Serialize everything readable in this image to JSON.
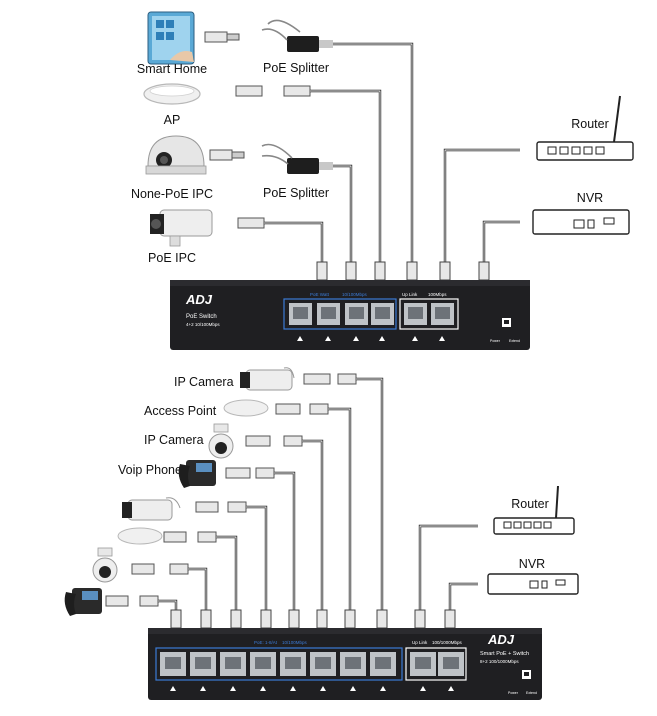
{
  "top": {
    "devices": {
      "smart_home": "Smart Home",
      "poe_splitter_1": "PoE Splitter",
      "ap": "AP",
      "router": "Router",
      "none_poe_ipc": "None-PoE IPC",
      "poe_splitter_2": "PoE Splitter",
      "nvr": "NVR",
      "poe_ipc": "PoE IPC"
    },
    "switch": {
      "brand": "ADJ",
      "model": "PoE Switch",
      "spec": "4+2 10/100Mbps",
      "group_poe": "PoE Watt",
      "group_poe_speed": "10/100Mbps",
      "group_uplink": "Up Link",
      "group_uplink_speed": "100Mbps",
      "led_power": "Power",
      "led_extend": "Extend"
    }
  },
  "bottom": {
    "devices": {
      "ip_camera_1": "IP Camera",
      "access_point": "Access Point",
      "ip_camera_2": "IP Camera",
      "voip_phone": "Voip Phone",
      "router": "Router",
      "nvr": "NVR"
    },
    "switch": {
      "brand": "ADJ",
      "model": "Smart PoE + Switch",
      "spec": "8+2 100/1000Mbps",
      "group_poe": "PoE: 1-8/At",
      "group_poe_speed": "10/100Mbps",
      "group_uplink": "Up Link",
      "group_uplink_speed": "100/1000Mbps",
      "led_power": "Power",
      "led_extend": "Extend"
    }
  },
  "colors": {
    "switch_body": "#1f1f22",
    "port_outline_poe": "#3b7bd6",
    "port_outline_uplink": "#ffffff",
    "cable": "#1a1a1a"
  }
}
